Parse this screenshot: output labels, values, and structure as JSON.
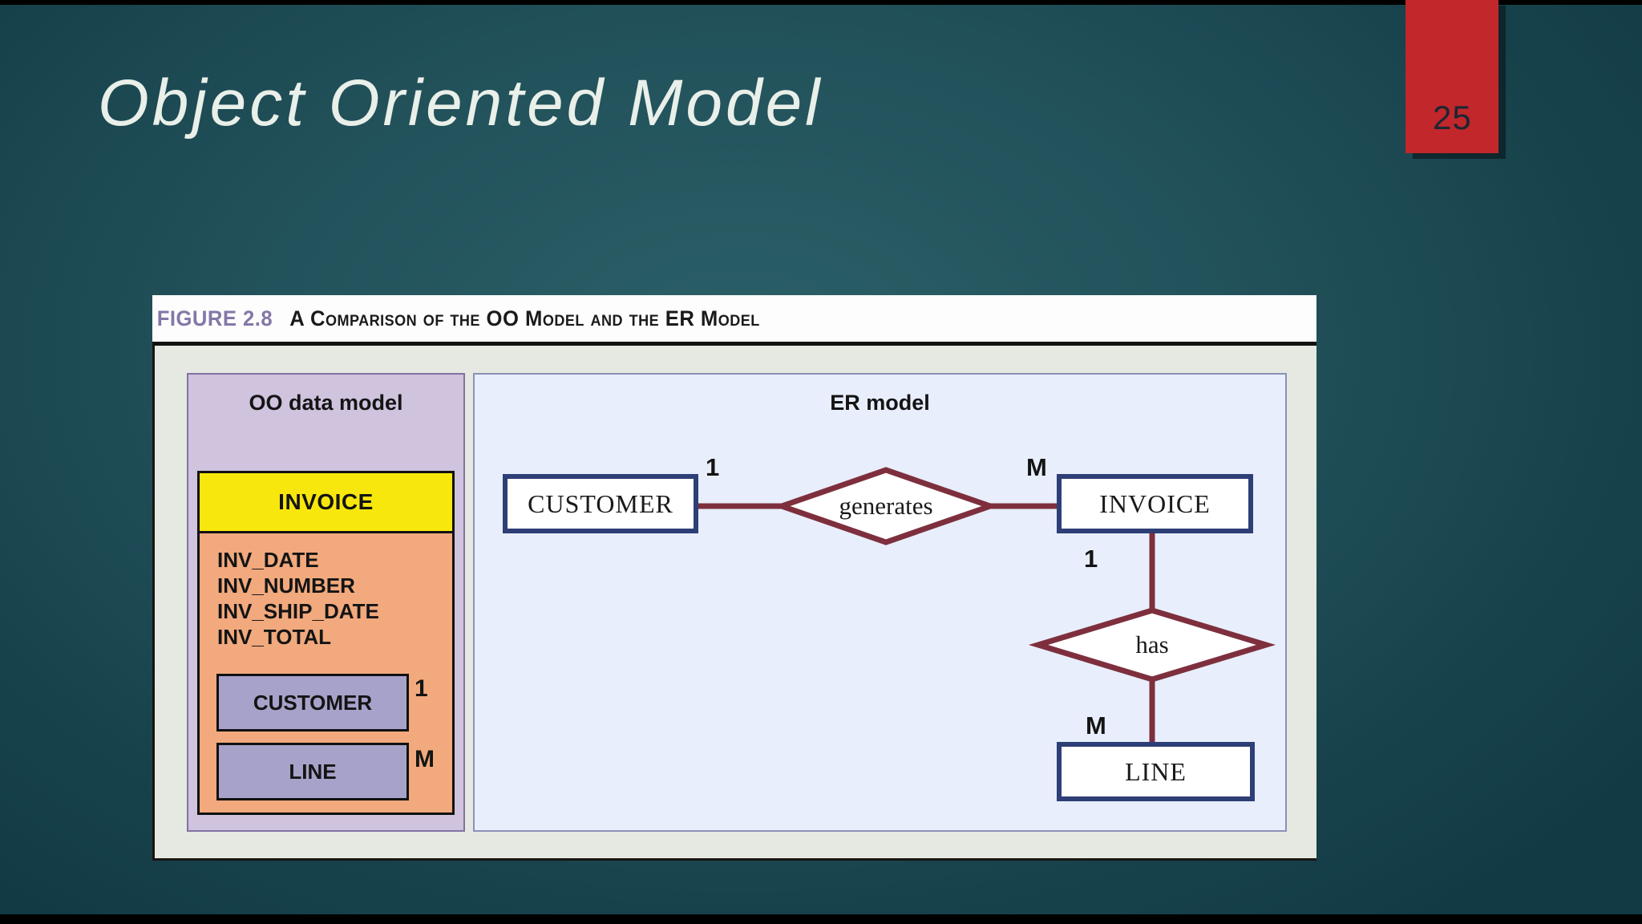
{
  "slide": {
    "title": "Object Oriented Model",
    "page_number": "25"
  },
  "figure": {
    "label": "FIGURE 2.8",
    "caption": "A Comparison of the OO Model and the ER Model",
    "oo_panel": {
      "title": "OO data model",
      "class_name": "INVOICE",
      "attributes": [
        "INV_DATE",
        "INV_NUMBER",
        "INV_SHIP_DATE",
        "INV_TOTAL"
      ],
      "members": [
        {
          "name": "CUSTOMER",
          "cardinality": "1"
        },
        {
          "name": "LINE",
          "cardinality": "M"
        }
      ]
    },
    "er_panel": {
      "title": "ER model",
      "entities": {
        "customer": "CUSTOMER",
        "invoice": "INVOICE",
        "line": "LINE"
      },
      "relationships": {
        "generates": "generates",
        "has": "has"
      },
      "cardinalities": {
        "customer_side": "1",
        "invoice_side": "M",
        "invoice_has_side": "1",
        "line_side": "M"
      }
    }
  },
  "colors": {
    "background_teal": "#215059",
    "accent_red": "#c1272b",
    "figure_label_purple": "#8577a7",
    "oo_panel_lavender": "#cfc3de",
    "class_header_yellow": "#f8e70c",
    "class_body_orange": "#f1a97d",
    "member_periwinkle": "#a7a2ca",
    "er_panel_blue": "#e8eefb",
    "entity_border_navy": "#2e3e76",
    "relationship_maroon": "#7e2f3d"
  }
}
